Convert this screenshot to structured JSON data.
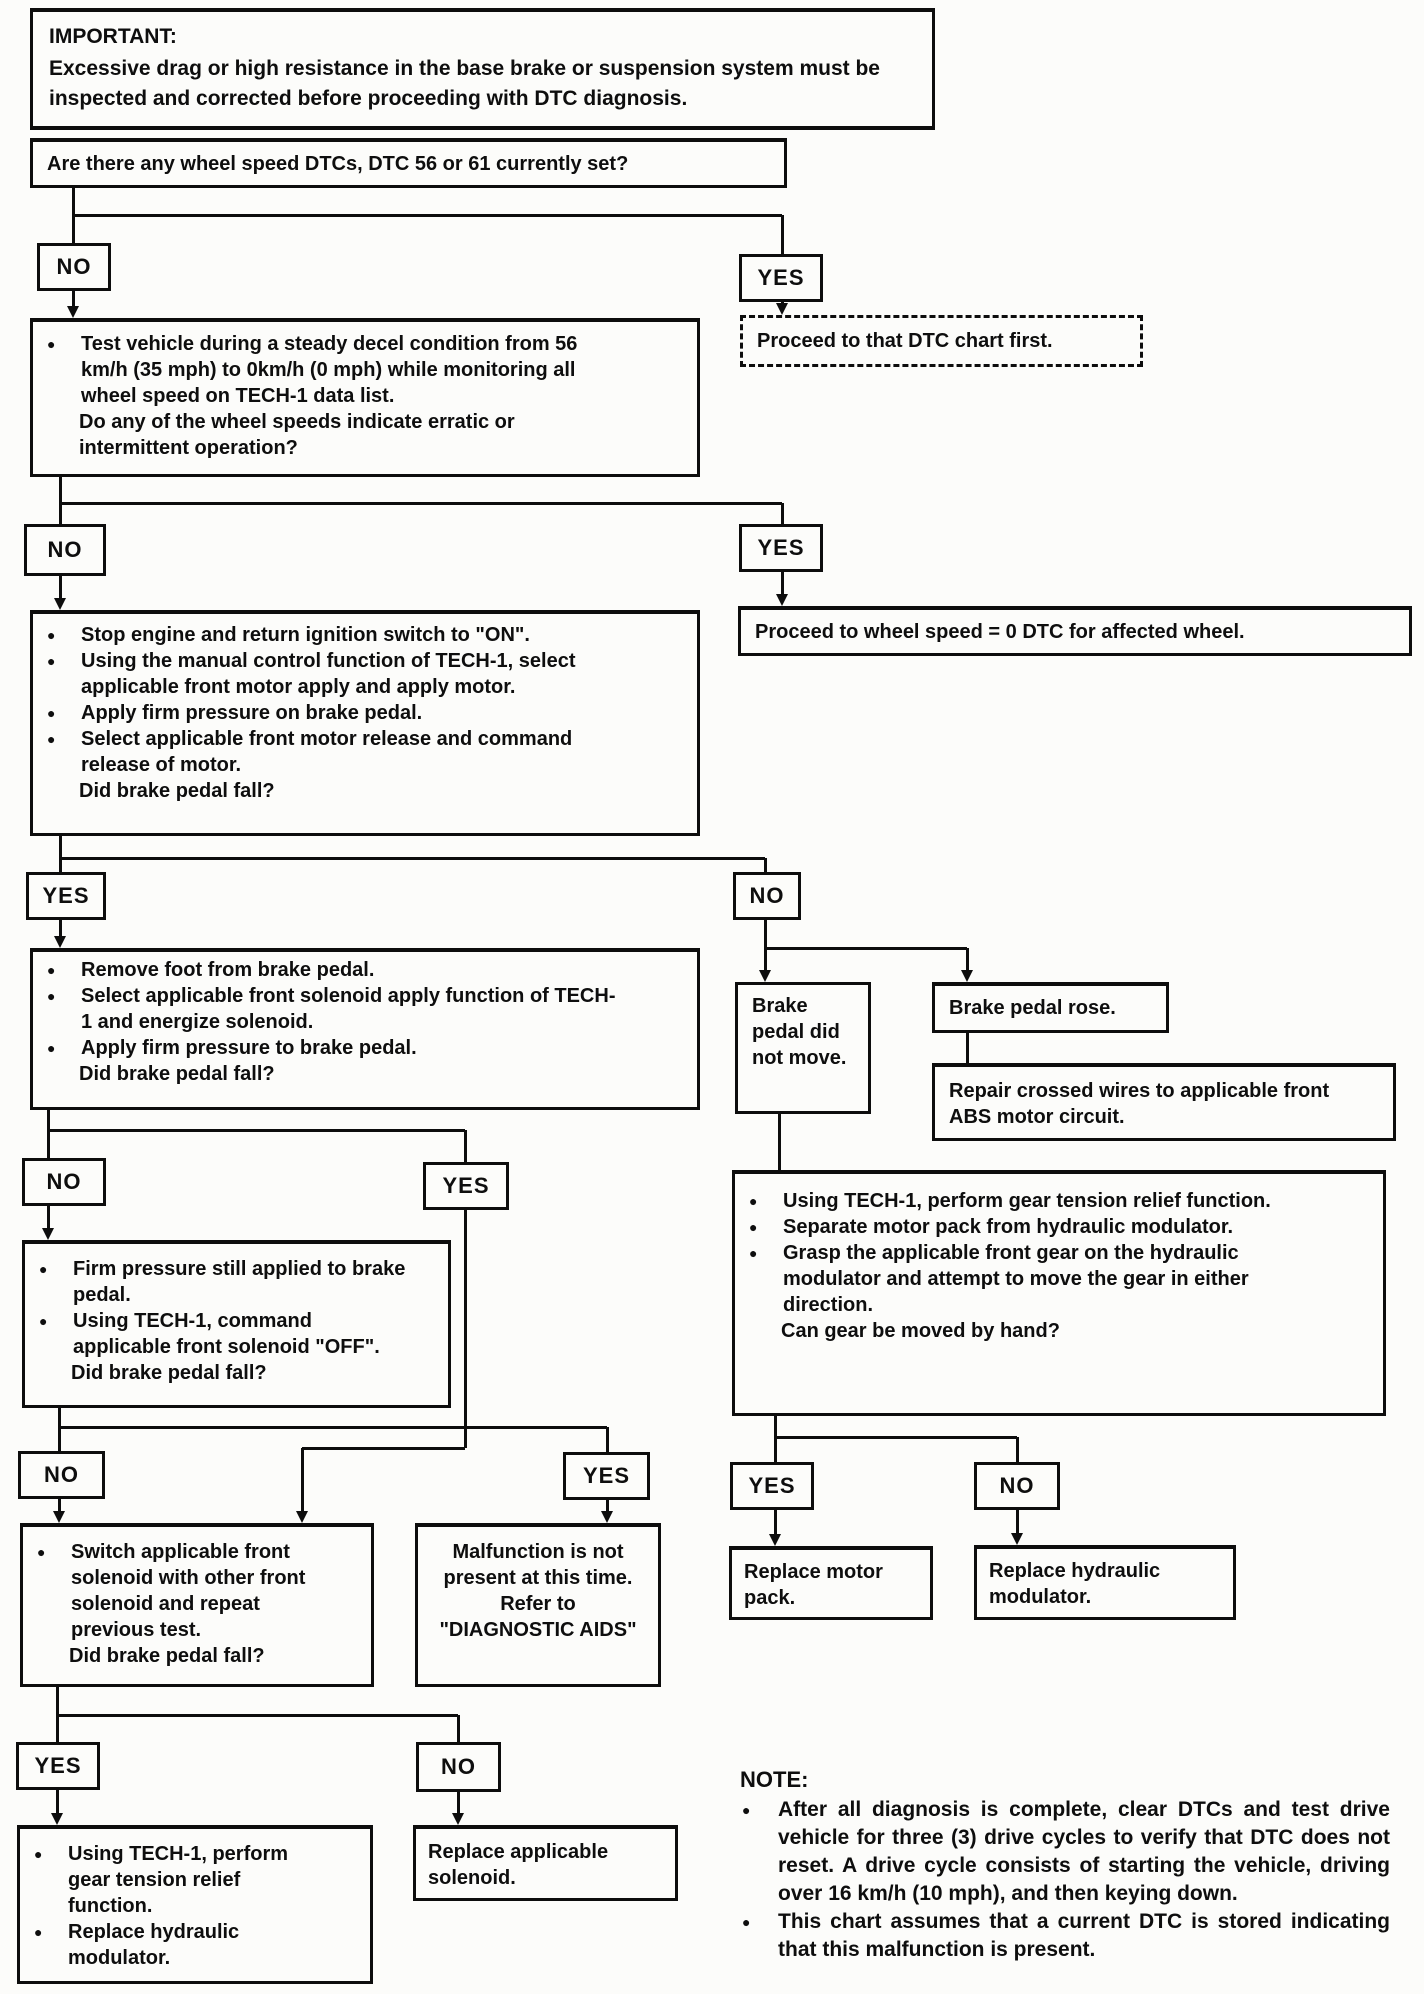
{
  "glyphs": {
    "bullet": "●"
  },
  "labels": {
    "yes": "YES",
    "no": "NO"
  },
  "important": {
    "heading": "IMPORTANT:",
    "body": "Excessive drag or high resistance in the base brake or suspension system must be inspected and corrected before proceeding with DTC diagnosis."
  },
  "boxes": {
    "q_dtcs": "Are there any wheel speed DTCs, DTC 56 or 61 currently set?",
    "proceed_dtc_chart": "Proceed to that DTC chart first.",
    "test_vehicle": {
      "b1": "Test vehicle during a steady decel condition from 56 km/h (35 mph) to 0km/h (0 mph) while monitoring all wheel speed on TECH-1 data list.",
      "q": "Do any of the wheel speeds indicate erratic or intermittent operation?"
    },
    "proceed_wheel_speed": "Proceed to wheel speed = 0 DTC for affected wheel.",
    "stop_engine": {
      "b1": "Stop engine and return ignition switch to \"ON\".",
      "b2": "Using the manual control function of TECH-1, select applicable front motor apply and apply motor.",
      "b3": "Apply firm pressure on brake pedal.",
      "b4": "Select applicable front motor release and command release of motor.",
      "q": "Did brake pedal fall?"
    },
    "remove_foot": {
      "b1": "Remove foot from brake pedal.",
      "b2": "Select applicable front solenoid apply function of TECH-1 and energize solenoid.",
      "b3": "Apply firm pressure to brake pedal.",
      "q": "Did brake pedal fall?"
    },
    "pedal_did_not_move": "Brake pedal did not move.",
    "pedal_rose": "Brake pedal rose.",
    "repair_crossed_wires": "Repair crossed wires to applicable front ABS motor circuit.",
    "gear_tension": {
      "b1": "Using TECH-1, perform gear tension relief function.",
      "b2": "Separate motor pack from hydraulic modulator.",
      "b3": "Grasp the applicable front gear on the hydraulic modulator and attempt to move the gear in either direction.",
      "q": "Can gear be moved by hand?"
    },
    "firm_pressure": {
      "b1": "Firm pressure still applied to brake pedal.",
      "b2": "Using TECH-1, command applicable front solenoid \"OFF\".",
      "q": "Did brake pedal fall?"
    },
    "switch_solenoid": {
      "b1": "Switch applicable front solenoid with other front solenoid and repeat previous test.",
      "q": "Did brake pedal fall?"
    },
    "malfunction": {
      "l1": "Malfunction is not present at this time.",
      "l2": "Refer to",
      "l3": "\"DIAGNOSTIC AIDS\""
    },
    "replace_motor_pack": "Replace motor pack.",
    "replace_hydraulic_modulator": "Replace hydraulic modulator.",
    "gear_relief": {
      "b1": "Using TECH-1, perform gear tension relief function.",
      "b2": "Replace hydraulic modulator."
    },
    "replace_solenoid": "Replace applicable solenoid."
  },
  "note": {
    "heading": "NOTE:",
    "items": [
      "After all diagnosis is complete, clear DTCs and test drive vehicle for three (3) drive cycles to verify that DTC does not reset. A drive cycle consists of starting the vehicle, driving over 16 km/h (10 mph), and then keying down.",
      "This chart assumes that a current DTC is stored indicating that this malfunction is present."
    ]
  }
}
